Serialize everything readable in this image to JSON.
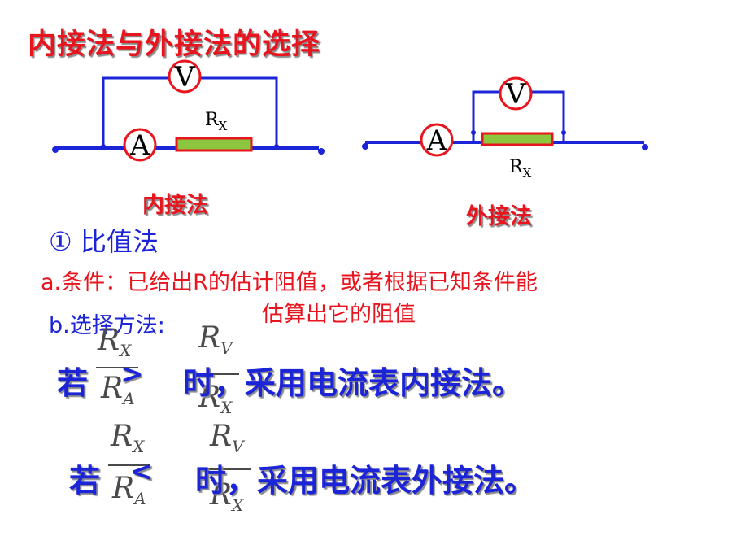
{
  "title": "内接法与外接法的选择",
  "circuits": {
    "inner": {
      "voltmeter_label": "V",
      "ammeter_label": "A",
      "resistor_label": "R",
      "resistor_sub": "X",
      "caption": "内接法"
    },
    "outer": {
      "voltmeter_label": "V",
      "ammeter_label": "A",
      "resistor_label": "R",
      "resistor_sub": "X",
      "caption": "外接法"
    }
  },
  "method_heading": "① 比值法",
  "condition_line1": "a.条件：已给出R的估计阻值，或者根据已知条件能",
  "condition_line2": "估算出它的阻值",
  "selection_heading": "b.选择方法:",
  "rules": [
    {
      "prefix": "若",
      "frac_left_num": "R",
      "frac_left_num_sub": "X",
      "frac_left_den": "R",
      "frac_left_den_sub": "A",
      "comparator": ">",
      "frac_right_num": "R",
      "frac_right_num_sub": "V",
      "frac_right_den": "R",
      "frac_right_den_sub": "X",
      "suffix": "时，采用电流表内接法。"
    },
    {
      "prefix": "若",
      "frac_left_num": "R",
      "frac_left_num_sub": "X",
      "frac_left_den": "R",
      "frac_left_den_sub": "A",
      "comparator": "<",
      "frac_right_num": "R",
      "frac_right_num_sub": "V",
      "frac_right_den": "R",
      "frac_right_den_sub": "X",
      "suffix": "时，采用电流表外接法。"
    }
  ],
  "colors": {
    "wire": "#1c24d8",
    "meter_ring": "#e8141e",
    "resistor_fill": "#8cc63e",
    "resistor_border": "#e8141e",
    "red_text": "#e8141e",
    "blue_text": "#1c24d8"
  }
}
